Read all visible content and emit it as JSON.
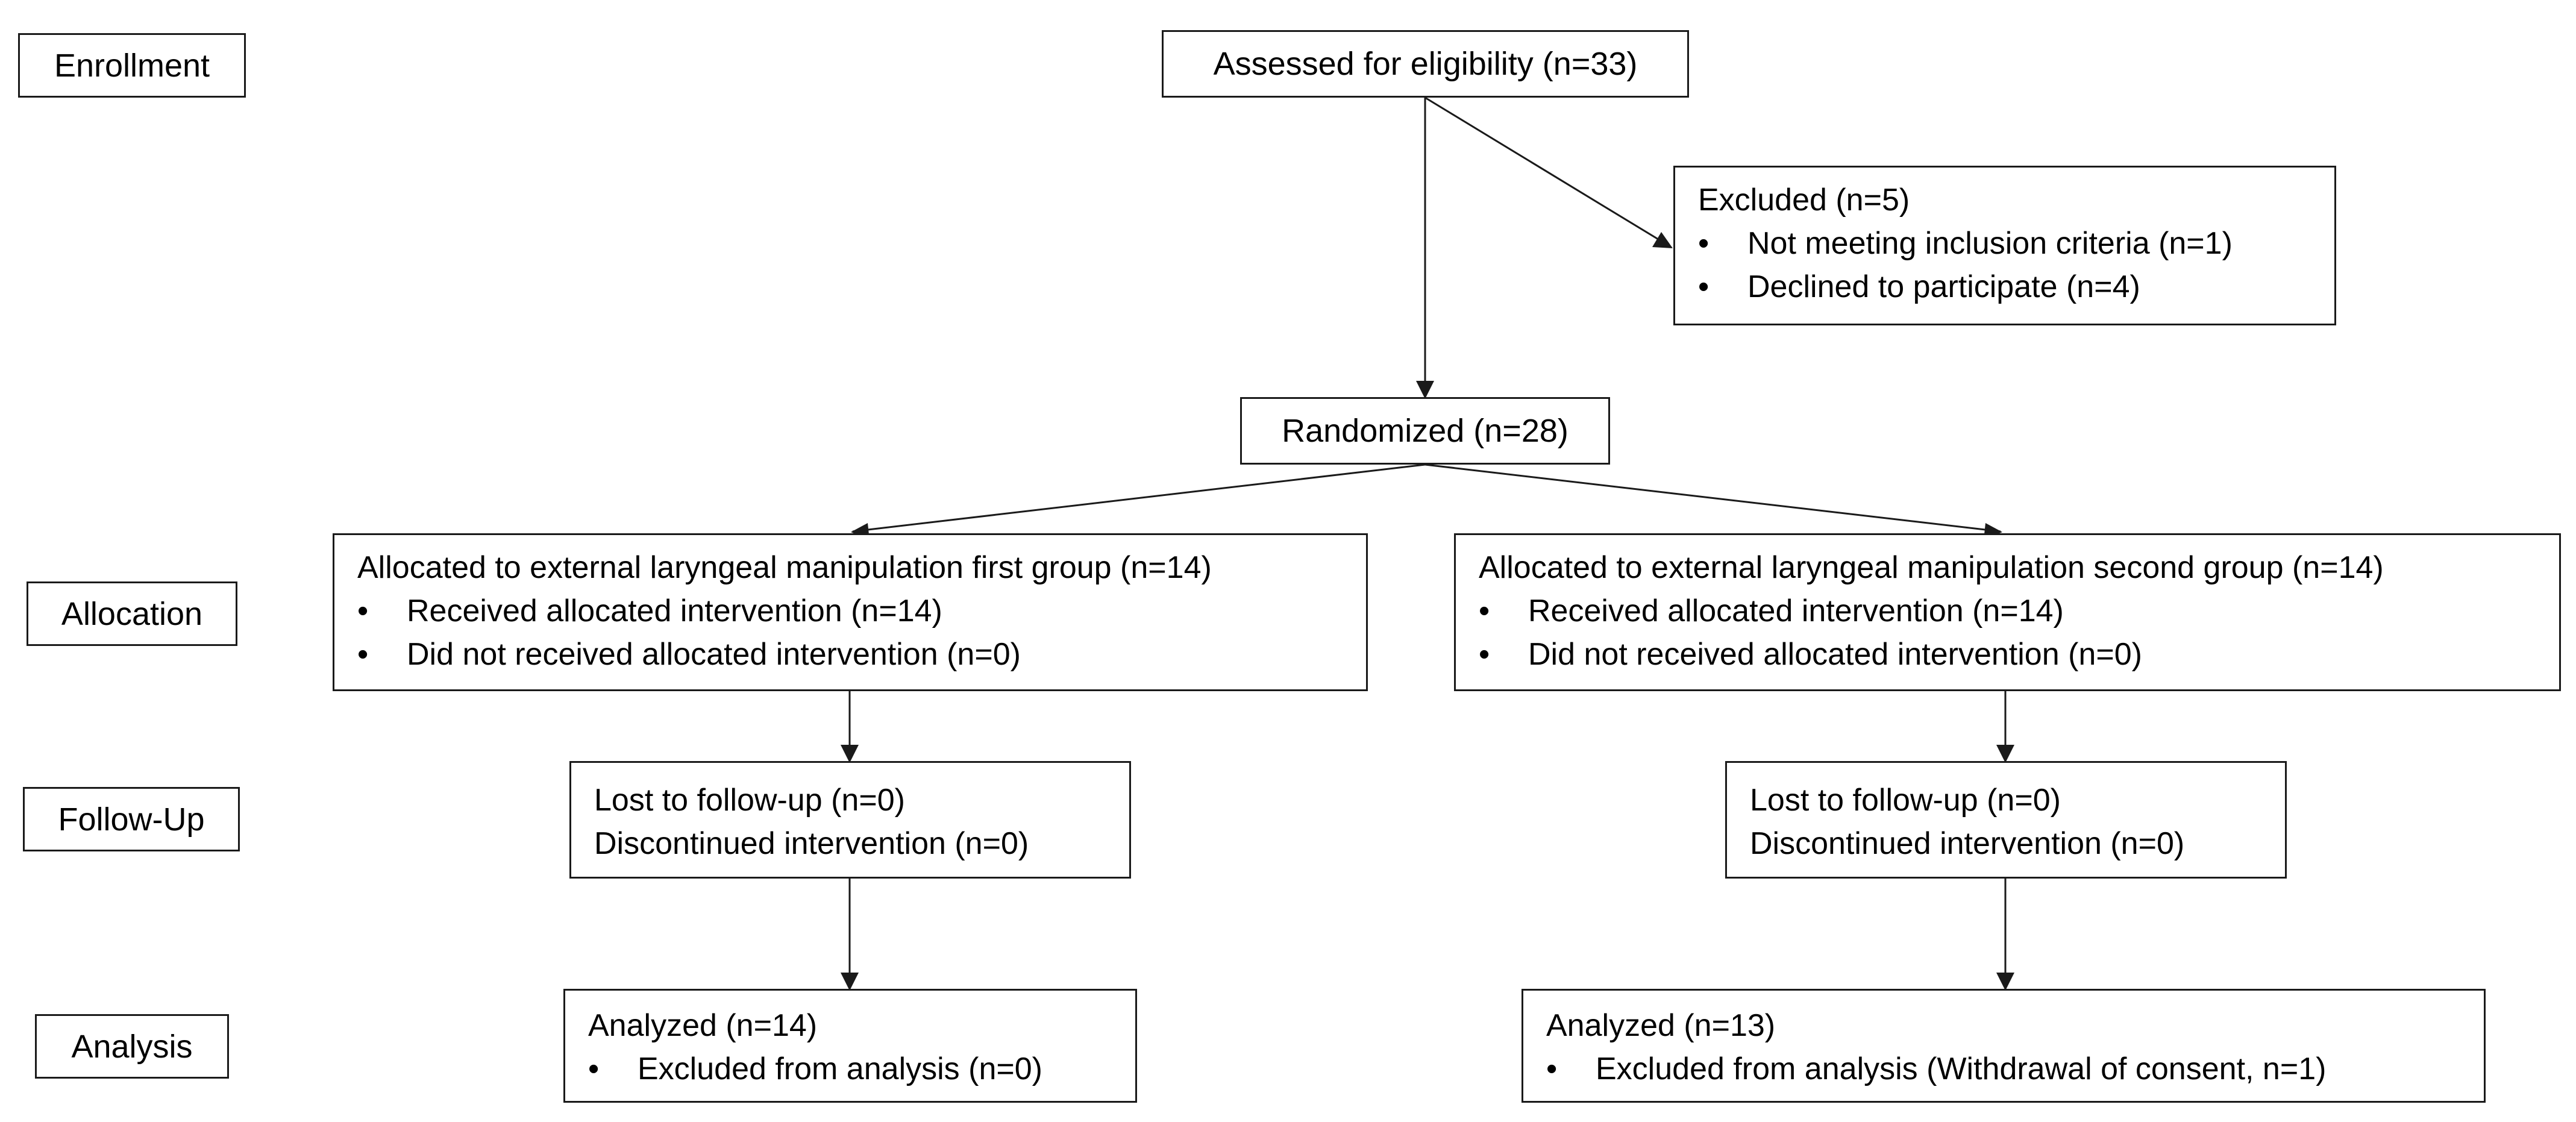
{
  "stages": {
    "enrollment": "Enrollment",
    "allocation": "Allocation",
    "followup": "Follow-Up",
    "analysis": "Analysis"
  },
  "assessed": "Assessed for eligibility (n=33)",
  "excluded": {
    "title": "Excluded (n=5)",
    "items": [
      "Not meeting inclusion criteria (n=1)",
      "Declined to participate (n=4)"
    ]
  },
  "randomized": "Randomized (n=28)",
  "bullet": "•",
  "left": {
    "allocation": {
      "title": "Allocated to external laryngeal manipulation first group (n=14)",
      "items": [
        "Received allocated intervention (n=14)",
        "Did not received allocated intervention (n=0)"
      ]
    },
    "followup": [
      "Lost to follow-up (n=0)",
      "Discontinued intervention (n=0)"
    ],
    "analysis": {
      "title": "Analyzed (n=14)",
      "items": [
        "Excluded from analysis (n=0)"
      ]
    }
  },
  "right": {
    "allocation": {
      "title": "Allocated to external laryngeal manipulation second group (n=14)",
      "items": [
        "Received allocated intervention (n=14)",
        "Did not received allocated intervention (n=0)"
      ]
    },
    "followup": [
      "Lost to follow-up (n=0)",
      "Discontinued intervention (n=0)"
    ],
    "analysis": {
      "title": "Analyzed (n=13)",
      "items": [
        "Excluded from analysis (Withdrawal of consent, n=1)"
      ]
    }
  }
}
